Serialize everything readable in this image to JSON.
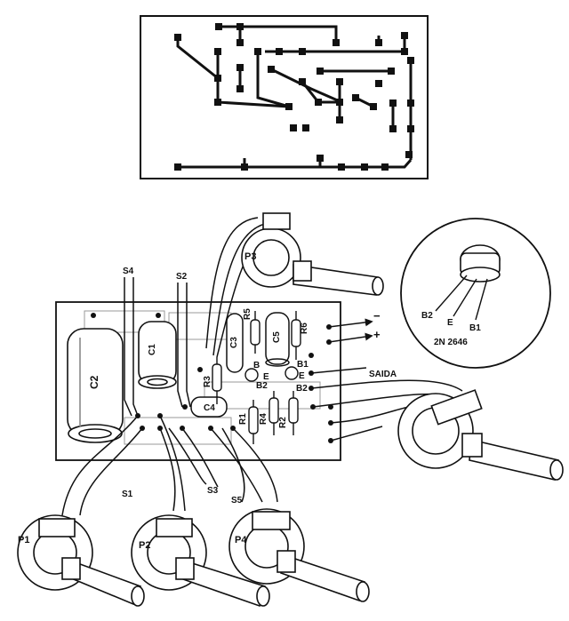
{
  "labels": {
    "s4": "S4",
    "s2": "S2",
    "s1": "S1",
    "s3": "S3",
    "s5": "S5",
    "c1": "C1",
    "c2": "C2",
    "c3": "C3",
    "c4": "C4",
    "c5": "C5",
    "r1": "R1",
    "r2": "R2",
    "r3": "R3",
    "r4": "R4",
    "r5": "R5",
    "r6": "R6",
    "p1": "P1",
    "p2": "P2",
    "p3": "P3",
    "p4": "P4",
    "b": "B",
    "b1": "B1",
    "e": "E",
    "b2": "B2",
    "b2_right": "B2",
    "e_right": "E",
    "plus": "+",
    "minus": "−",
    "saida": "SAIDA",
    "pin_b2": "B2",
    "pin_e": "E",
    "pin_b1": "B1",
    "transistor": "2N 2646"
  },
  "colors": {
    "ink": "#111111",
    "paper": "#ffffff",
    "board": "#ffffff"
  }
}
